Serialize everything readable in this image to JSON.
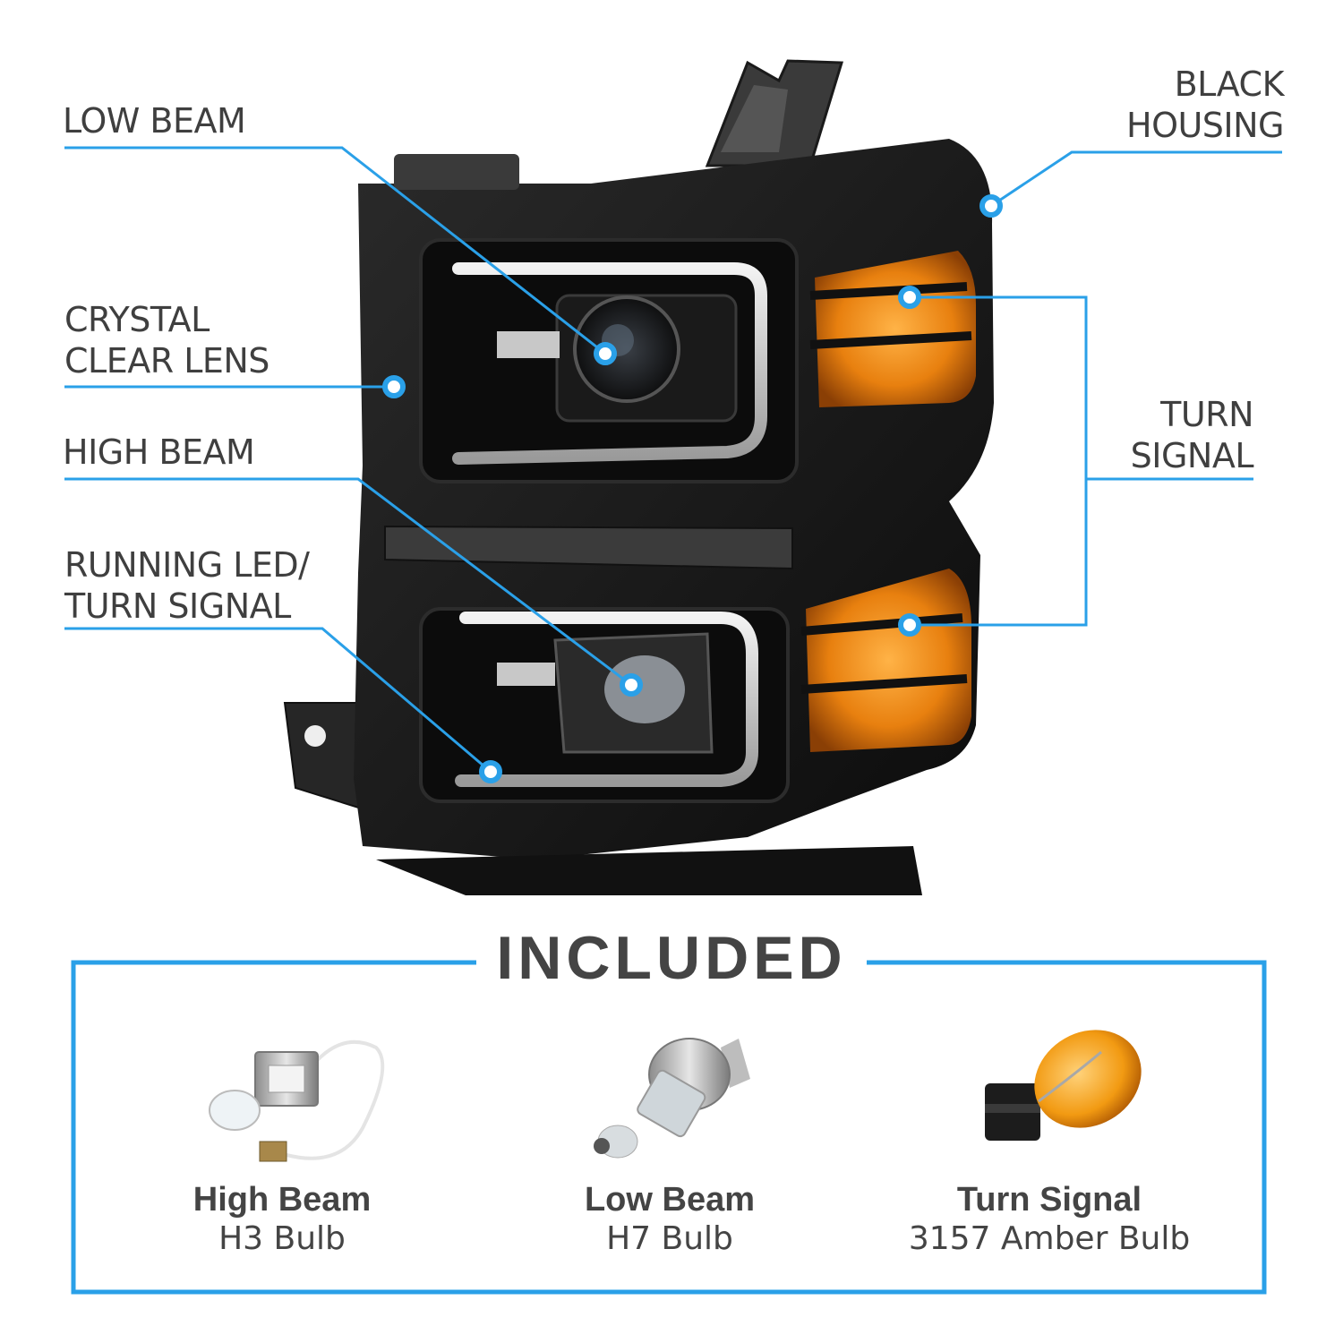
{
  "callouts": {
    "low_beam": "LOW BEAM",
    "crystal_line1": "CRYSTAL",
    "crystal_line2": "CLEAR LENS",
    "high_beam": "HIGH BEAM",
    "running_line1": "RUNNING LED/",
    "running_line2": "TURN SIGNAL",
    "black_line1": "BLACK",
    "black_line2": "HOUSING",
    "turn_line1": "TURN",
    "turn_line2": "SIGNAL"
  },
  "included": {
    "title": "INCLUDED",
    "bulbs": [
      {
        "name": "High Beam",
        "type": "H3 Bulb"
      },
      {
        "name": "Low Beam",
        "type": "H7 Bulb"
      },
      {
        "name": "Turn Signal",
        "type": "3157 Amber Bulb"
      }
    ]
  },
  "colors": {
    "accent_blue": "#2aa0e8",
    "housing_black": "#141414",
    "amber": "#e8800f"
  }
}
